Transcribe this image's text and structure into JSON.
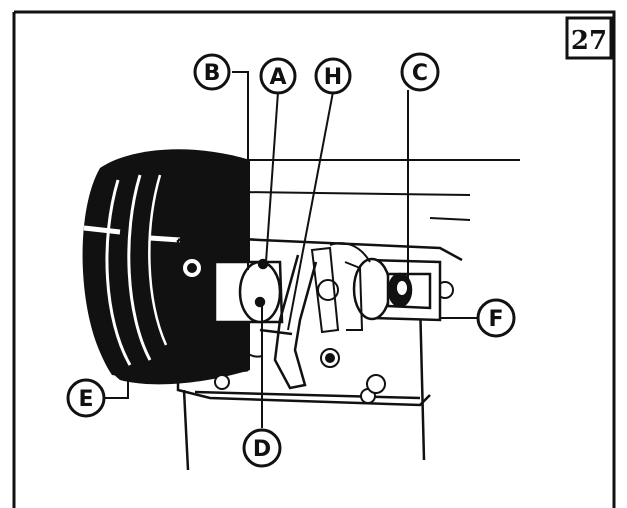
{
  "figure": {
    "number": "27",
    "callouts": {
      "A": "A",
      "B": "B",
      "C": "C",
      "D": "D",
      "E": "E",
      "F": "F",
      "H": "H"
    }
  },
  "colors": {
    "ink": "#111111",
    "paper": "#ffffff",
    "gray": "#cfcfcf"
  }
}
